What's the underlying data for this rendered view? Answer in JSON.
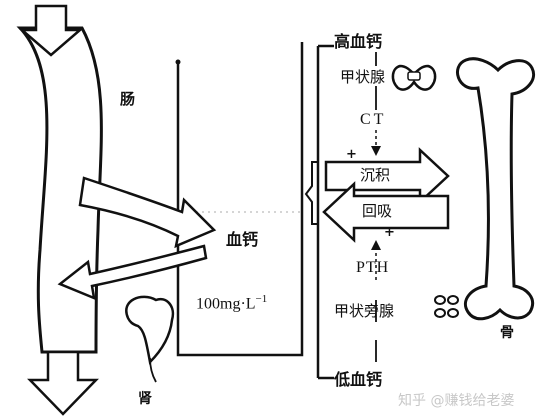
{
  "labels": {
    "intestine": "肠",
    "blood_calcium": "血钙",
    "concentration": "100mg·L",
    "concentration_exp": "−1",
    "kidney": "肾",
    "high_calcium": "高血钙",
    "thyroid": "甲状腺",
    "ct": "CT",
    "deposit": "沉积",
    "resorption": "回吸",
    "pth": "PTH",
    "parathyroid": "甲状旁腺",
    "low_calcium": "低血钙",
    "bone": "骨",
    "plus_top": "+",
    "plus_bottom": "+"
  },
  "watermark": {
    "text": "知乎 @赚钱给老婆"
  },
  "colors": {
    "ink": "#111111",
    "paper": "#ffffff",
    "watermark": "#c8c8c8"
  }
}
